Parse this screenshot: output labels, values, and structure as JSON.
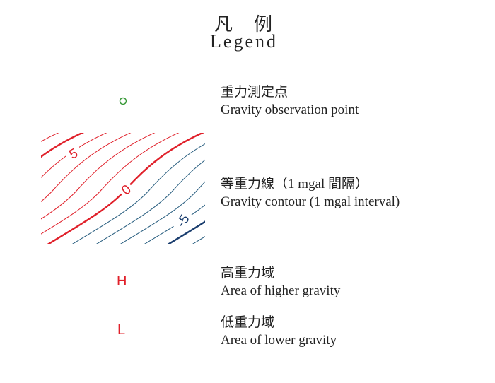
{
  "title": {
    "jp": "凡　例",
    "en": "Legend"
  },
  "items": [
    {
      "symbol": "circle",
      "jp": "重力測定点",
      "en": "Gravity observation point"
    },
    {
      "symbol": "contours",
      "jp": "等重力線（1 mgal 間隔）",
      "en": "Gravity contour (1 mgal interval)"
    },
    {
      "symbol": "H",
      "jp": "高重力域",
      "en": "Area of higher gravity"
    },
    {
      "symbol": "L",
      "jp": "低重力域",
      "en": "Area of lower gravity"
    }
  ],
  "contour_labels": {
    "plus5": "5",
    "zero": "0",
    "minus5": "-5"
  },
  "contour_values": [
    7,
    6,
    5,
    4,
    3,
    2,
    1,
    0,
    -1,
    -2,
    -3,
    -4,
    -5,
    -6,
    -7
  ],
  "colors": {
    "positive": "#e0202a",
    "negative": "#2a5f80",
    "negative_bold": "#1a3d6e",
    "point": "#3a9a3a"
  }
}
